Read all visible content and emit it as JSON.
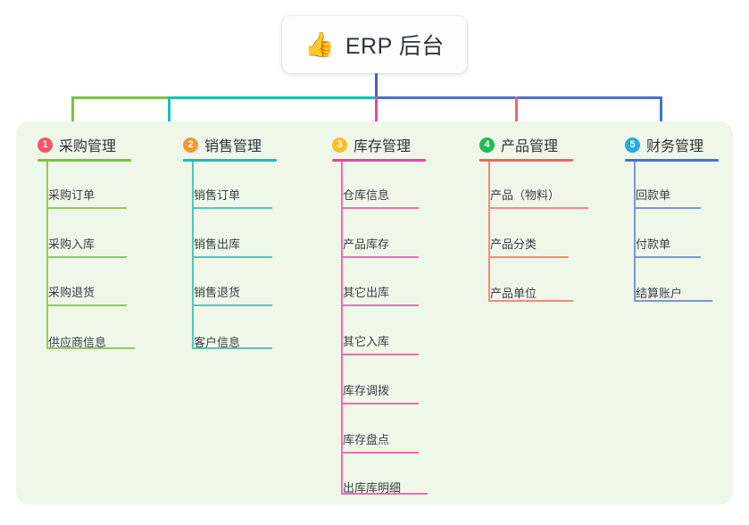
{
  "root": {
    "icon": "thumbs-up-icon",
    "icon_glyph": "👍",
    "title": "ERP 后台"
  },
  "theme": {
    "page_background": "#ffffff",
    "panel_background": "#eff7e9",
    "card_background": "#fdfdfd",
    "text_color": "#2f3338",
    "root_connector": "#4a5bd0"
  },
  "columns": [
    {
      "index": "1",
      "label": "采购管理",
      "badge_color": "#f7546a",
      "line_color": "#7cc143",
      "items": [
        {
          "label": "采购订单"
        },
        {
          "label": "采购入库"
        },
        {
          "label": "采购退货"
        },
        {
          "label": "供应商信息"
        }
      ]
    },
    {
      "index": "2",
      "label": "销售管理",
      "badge_color": "#f7952f",
      "line_color": "#13c4ae",
      "items": [
        {
          "label": "销售订单"
        },
        {
          "label": "销售出库"
        },
        {
          "label": "销售退货"
        },
        {
          "label": "客户信息"
        }
      ]
    },
    {
      "index": "3",
      "label": "库存管理",
      "badge_color": "#fcbe2c",
      "line_color": "#e8479b",
      "items": [
        {
          "label": "仓库信息"
        },
        {
          "label": "产品库存"
        },
        {
          "label": "其它出库"
        },
        {
          "label": "其它入库"
        },
        {
          "label": "库存调拨"
        },
        {
          "label": "库存盘点"
        },
        {
          "label": "出库库明细"
        }
      ]
    },
    {
      "index": "4",
      "label": "产品管理",
      "badge_color": "#22bb55",
      "line_color": "#f4645c",
      "items": [
        {
          "label": "产品（物料）"
        },
        {
          "label": "产品分类"
        },
        {
          "label": "产品单位"
        }
      ]
    },
    {
      "index": "5",
      "label": "财务管理",
      "badge_color": "#25a9e0",
      "line_color": "#4a6fd0",
      "items": [
        {
          "label": "回款单"
        },
        {
          "label": "付款单"
        },
        {
          "label": "结算账户"
        }
      ]
    }
  ],
  "connectors": {
    "trunk_color": "#4a5bd0",
    "bus_segments": [
      {
        "color": "#7cc143"
      },
      {
        "color": "#13c4ae"
      },
      {
        "color": "#4a6fd0"
      }
    ],
    "drops": [
      {
        "color": "#7cc143"
      },
      {
        "color": "#13c4ae"
      },
      {
        "color": "#e8479b"
      },
      {
        "color": "#f4645c"
      },
      {
        "color": "#4a6fd0"
      }
    ]
  }
}
